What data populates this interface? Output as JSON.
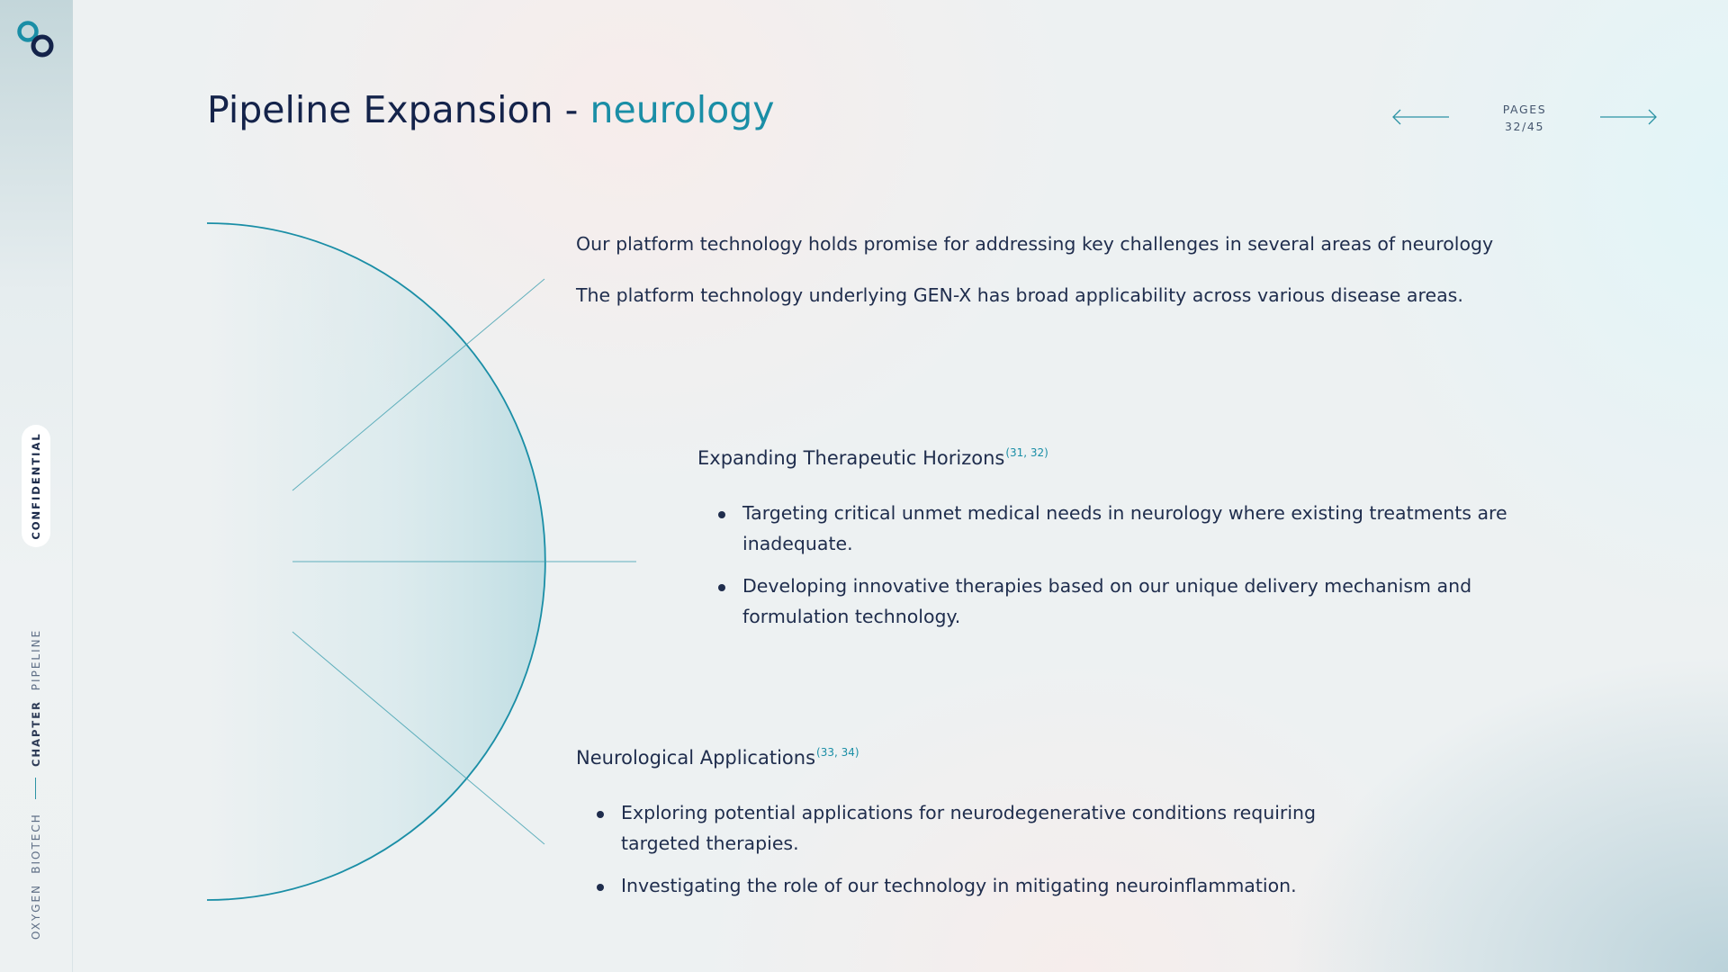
{
  "sidebar": {
    "confidential_label": "CONFIDENTIAL",
    "chapter_name": "PIPELINE",
    "chapter_label": "CHAPTER",
    "brand_secondary": "BIOTECH",
    "brand_primary": "OXYGEN"
  },
  "header": {
    "title_main": "Pipeline Expansion - ",
    "title_accent": "neurology"
  },
  "pager": {
    "label": "PAGES",
    "current": "32/45"
  },
  "intro": {
    "paragraph_1": "Our platform technology holds promise for addressing key challenges in several areas of neurology",
    "paragraph_2": "The platform technology underlying GEN-X has broad applicability across various disease areas."
  },
  "section_1": {
    "heading": "Expanding Therapeutic Horizons",
    "citation": "(31, 32)",
    "bullets": [
      "Targeting critical unmet medical needs in neurology where existing treatments are inadequate.",
      "Developing innovative therapies based on our unique delivery mechanism and formulation technology."
    ]
  },
  "section_2": {
    "heading": "Neurological Applications",
    "citation": "(33, 34)",
    "bullets": [
      "Exploring potential applications for neurodegenerative conditions requiring targeted therapies.",
      "Investigating the role of our technology in mitigating neuroinflammation."
    ]
  },
  "colors": {
    "accent": "#1a8ea6",
    "navy": "#14234a",
    "text": "#1f2d4d"
  },
  "icons": {
    "logo": "double-ring-logo-icon",
    "prev": "arrow-left-icon",
    "next": "arrow-right-icon"
  }
}
